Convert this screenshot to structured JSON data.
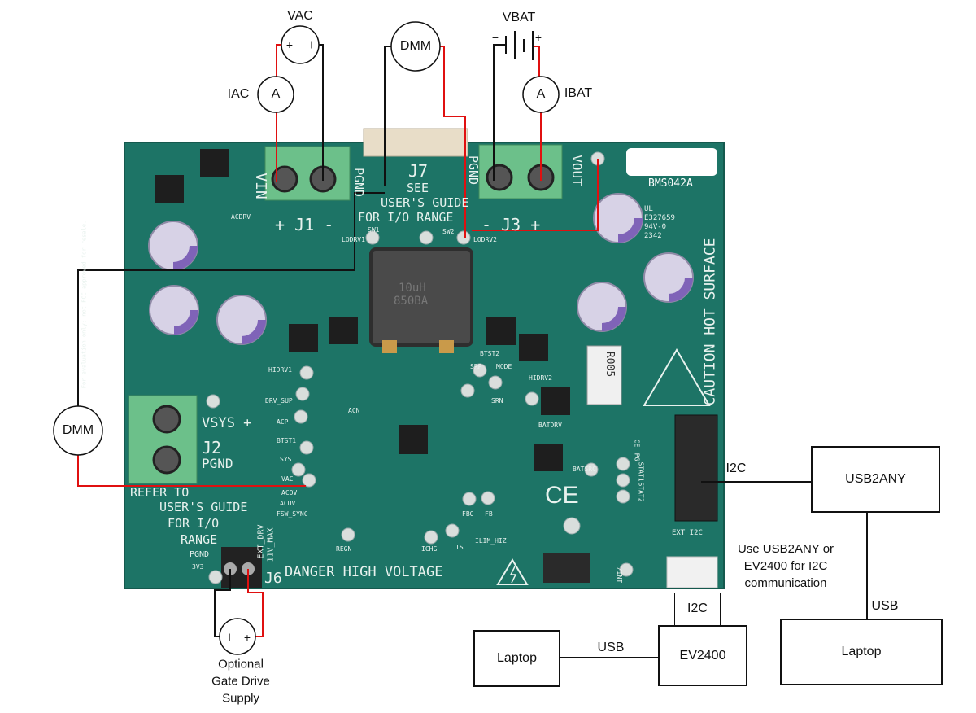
{
  "instruments": {
    "vac": "VAC",
    "vac_plus": "+",
    "vac_minus": "I",
    "iac": "IAC",
    "ammeter_symbol": "A",
    "dmm_top": "DMM",
    "dmm_left": "DMM",
    "vbat": "VBAT",
    "vbat_minus": "−",
    "vbat_plus": "+",
    "ibat": "IBAT",
    "gate_minus": "I",
    "gate_plus": "+",
    "gate_supply": [
      "Optional",
      "Gate Drive",
      "Supply"
    ]
  },
  "board": {
    "id": "BMS042A",
    "j1": "+ J1 -",
    "vin": "VIN",
    "j3": "- J3 +",
    "vout": "VOUT",
    "j7": "J7",
    "pgnd_j7": "PGND",
    "pgnd_j3": "PGND",
    "see_guide": [
      "SEE",
      "USER'S GUIDE",
      "FOR I/O RANGE"
    ],
    "vsys": "VSYS +",
    "j2": "J2 _",
    "pgnd_j2": "PGND",
    "refer_guide": [
      "REFER TO",
      "USER'S GUIDE",
      "FOR I/O",
      "RANGE"
    ],
    "j6": "J6",
    "pgnd_j6": "PGND",
    "ext_drv": "EXT_DRV",
    "max": "11V_MAX",
    "danger": "DANGER HIGH VOLTAGE",
    "caution": "CAUTION HOT SURFACE",
    "ul": [
      "UL",
      "E327659",
      "94V-0",
      "2342"
    ],
    "inductor": [
      "10uH",
      "850BA"
    ],
    "resistor": "R005",
    "ce": "CE",
    "fcc_note": "For evaluation only; not FCC approved for resale.",
    "ext_i2c": "EXT_I2C",
    "testpoints": [
      "HIDRV1",
      "DRV_SUP",
      "ACP",
      "ACN",
      "BTST1",
      "SYS",
      "VAC",
      "ACOV",
      "ACUV",
      "FSW_SYNC",
      "REGN",
      "ICHG",
      "TS",
      "ILIM_HIZ",
      "FBG",
      "FB",
      "BATSRC",
      "BATDRV",
      "SRP",
      "SRN",
      "MODE",
      "HIDRV2",
      "BTST2",
      "SW1",
      "SW2",
      "LODRV1",
      "LODRV2",
      "ACDRV",
      "STAT1",
      "STAT2",
      "PG",
      "CE",
      "/INT",
      "3V3"
    ]
  },
  "connections": {
    "i2c_usb2any": "I2C",
    "usb2any": "USB2ANY",
    "usb_right": "USB",
    "laptop_right": "Laptop",
    "note": [
      "Use USB2ANY or",
      "EV2400 for I2C",
      "communication"
    ],
    "i2c_ev2400": "I2C",
    "ev2400": "EV2400",
    "usb_left": "USB",
    "laptop_left": "Laptop"
  },
  "colors": {
    "board": "#1d7466",
    "wire_positive": "#e01010",
    "wire_negative": "#111111",
    "terminal": "#6cc08a"
  }
}
